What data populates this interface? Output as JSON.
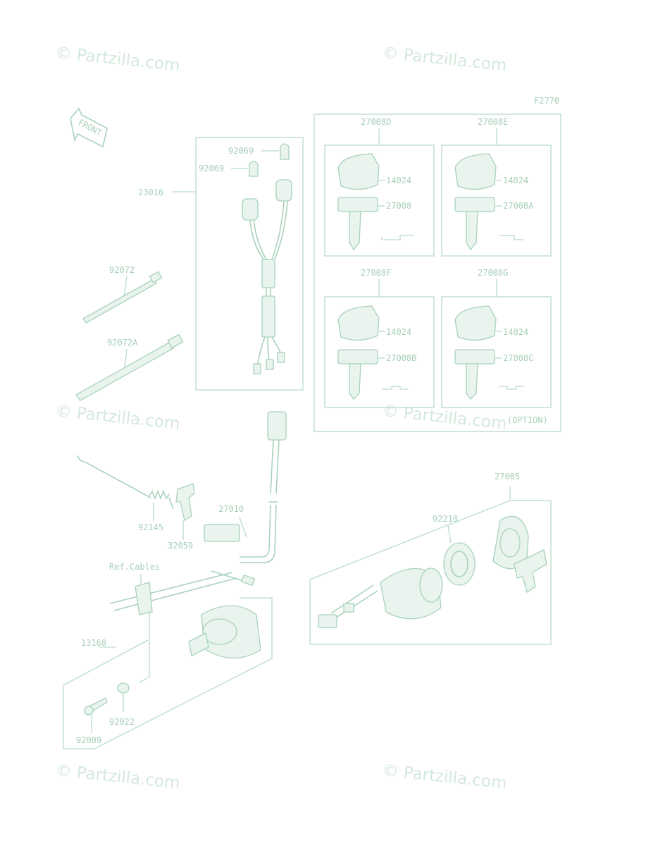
{
  "watermark": "© Partzilla.com",
  "code": "F2770",
  "front": "FRONT",
  "option": "(OPTION)",
  "ref_cables": "Ref.Cables",
  "parts": {
    "p23016": "23016",
    "p92069a": "92069",
    "p92069b": "92069",
    "p92072": "92072",
    "p92072A": "92072A",
    "p92145": "92145",
    "p32059": "32059",
    "p27010": "27010",
    "p13168": "13168",
    "p92022": "92022",
    "p92009": "92009",
    "p27005": "27005",
    "p92210": "92210",
    "p27008D": "27008D",
    "p27008E": "27008E",
    "p27008F": "27008F",
    "p27008G": "27008G",
    "p14024a": "14024",
    "p14024b": "14024",
    "p14024c": "14024",
    "p14024d": "14024",
    "p27008": "27008",
    "p27008A": "27008A",
    "p27008B": "27008B",
    "p27008C": "27008C"
  },
  "colors": {
    "line": "#b9dcc8",
    "text": "#a7cfb8",
    "watermark": "#d4e9dc"
  }
}
